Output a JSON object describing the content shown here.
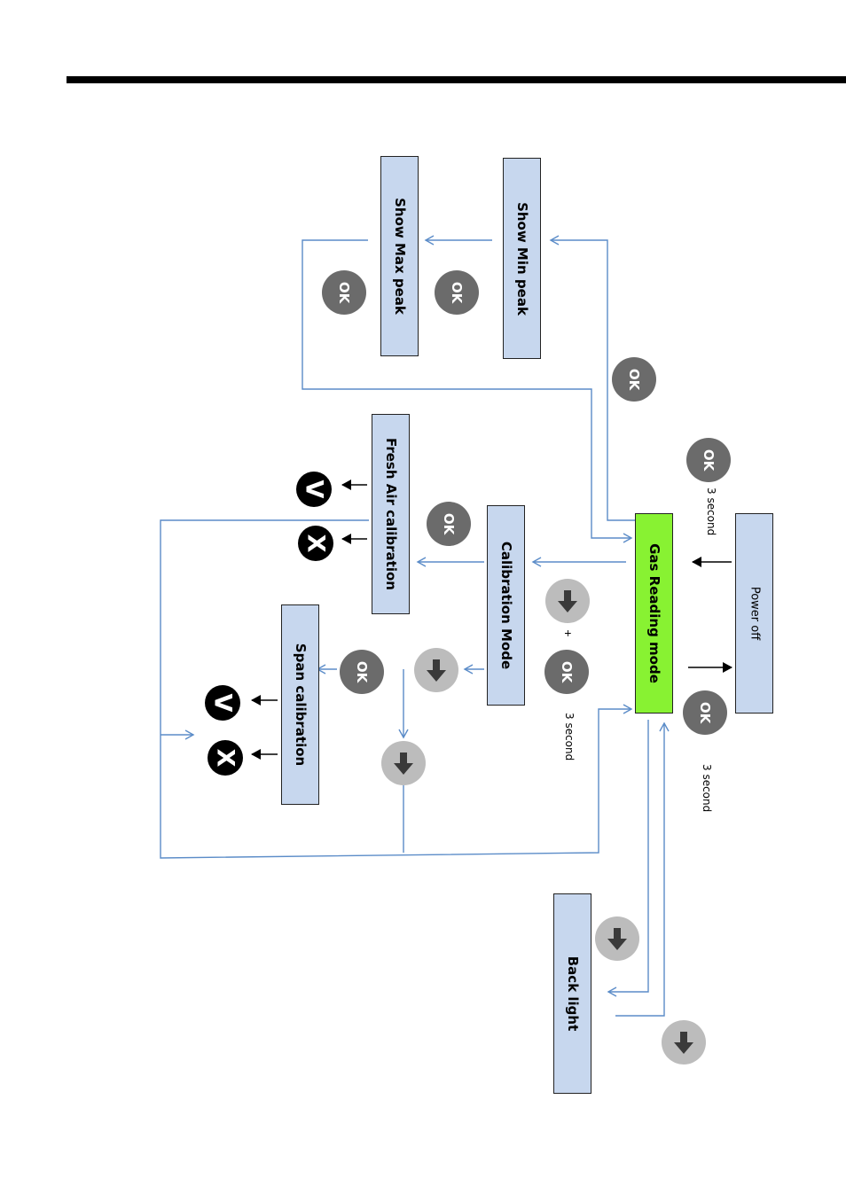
{
  "diagram": {
    "nodes": {
      "show_min_peak": "Show Min peak",
      "show_max_peak": "Show Max peak",
      "fresh_air_calibration": "Fresh Air calibration",
      "calibration_mode": "Calibration Mode",
      "gas_reading_mode": "Gas Reading mode",
      "power_off": "Power off",
      "span_calibration": "Span calibration",
      "back_light": "Back light"
    },
    "buttons": {
      "ok": "OK",
      "plus": "+"
    },
    "confirm_symbols": {
      "accept": "V",
      "reject": "X"
    },
    "notes": {
      "hold_power_on": "3 second",
      "hold_power_off": "3 second",
      "hold_calibration": "3 second"
    },
    "colors": {
      "box_fill": "#c7d7ee",
      "active_mode_fill": "#88f232",
      "connector": "#5b8cc8",
      "ok_button": "#6b6b6b",
      "down_button": "#bcbcbc"
    },
    "icons": [
      "ok-button-icon",
      "down-arrow-icon",
      "check-v-icon",
      "cross-x-icon"
    ]
  }
}
